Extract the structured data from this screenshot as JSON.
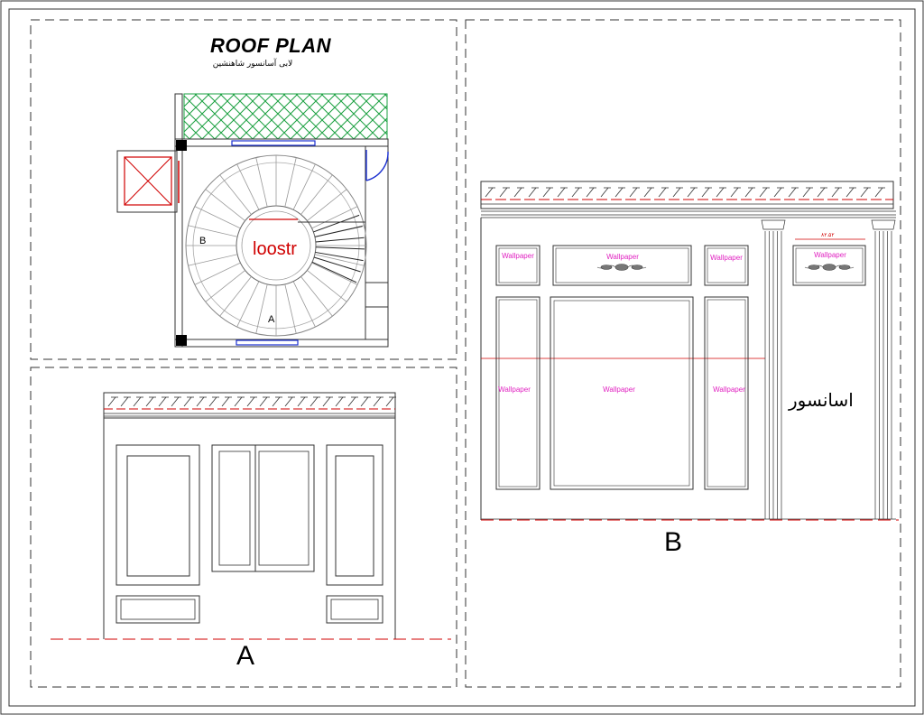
{
  "sheet": {
    "title": "ROOF PLAN",
    "subtitle": "لابی آسانسور شاهنشین",
    "colors": {
      "hatch_green": "#1aa040",
      "plan_red": "#d00000",
      "wallpaper_magenta": "#e020c0",
      "door_blue": "#1a2fd0"
    }
  },
  "plan": {
    "stair_label": "loostr",
    "marker_a": "A",
    "marker_b": "B"
  },
  "elevation_a": {
    "label": "A"
  },
  "elevation_b": {
    "label": "B",
    "elevator_label": "اسانسور",
    "dimension": "۸۲.۵۲",
    "wallpaper_label": "Wallpaper"
  }
}
